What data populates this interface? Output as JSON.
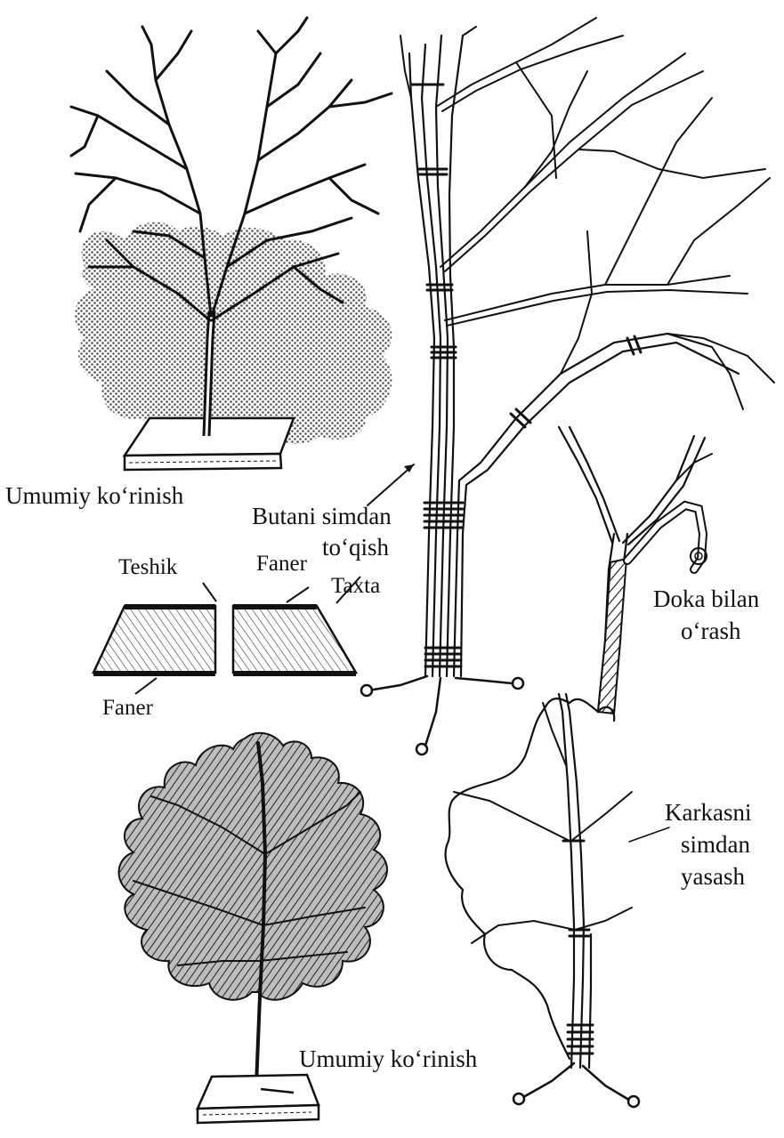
{
  "labels": {
    "umumiy_top": "Umumiy ko‘rinish",
    "butani_line1": "Butani simdan",
    "butani_line2": "to‘qish",
    "teshik": "Teshik",
    "faner_top": "Faner",
    "taxta": "Taxta",
    "faner_bottom": "Faner",
    "doka_line1": "Doka bilan",
    "doka_line2": "o‘rash",
    "karkasni_line1": "Karkasni",
    "karkasni_line2": "simdan",
    "karkasni_line3": "yasash",
    "umumiy_bottom": "Umumiy ko‘rinish"
  },
  "colors": {
    "ink": "#111111",
    "foliage": "#8a8a8a",
    "paper": "#ffffff"
  }
}
